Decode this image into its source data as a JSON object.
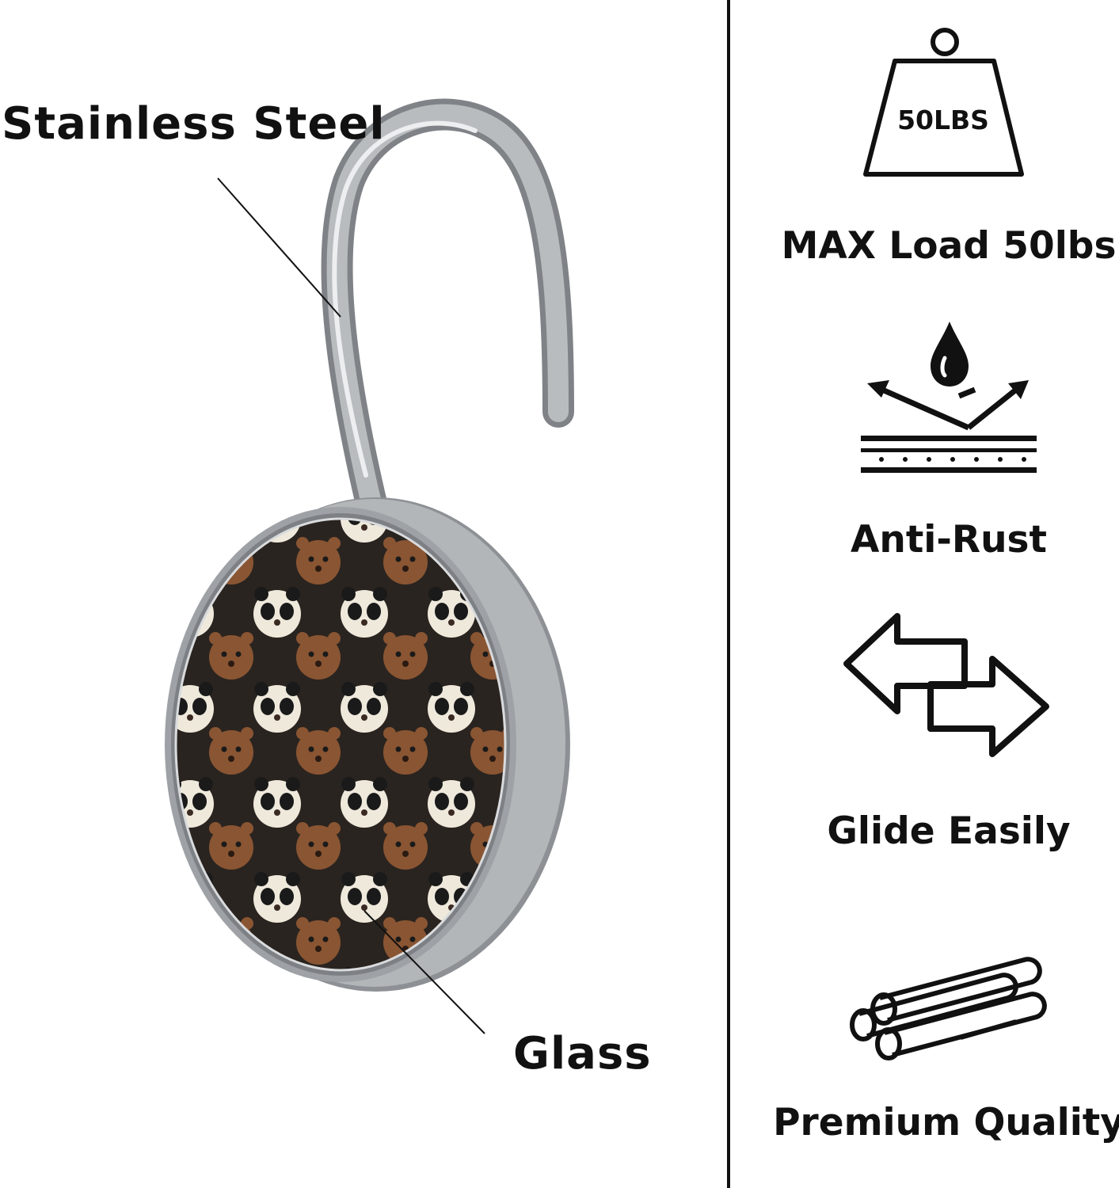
{
  "product": {
    "material_label_top": "Stainless Steel",
    "material_label_bottom": "Glass",
    "steel_color": "#a9acaf",
    "artwork": "panda-and-bear-pattern"
  },
  "features": [
    {
      "icon": "weight-icon",
      "weight_text": "50LBS",
      "label": "MAX Load 50lbs"
    },
    {
      "icon": "water-repel-icon",
      "label": "Anti-Rust"
    },
    {
      "icon": "double-arrow-icon",
      "label": "Glide Easily"
    },
    {
      "icon": "rods-icon",
      "label": "Premium Quality"
    }
  ]
}
